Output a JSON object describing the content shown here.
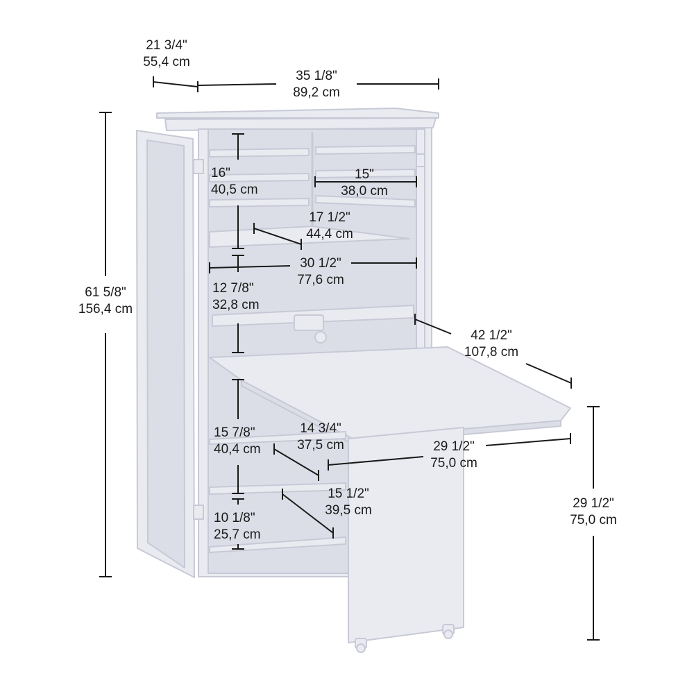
{
  "colors": {
    "outline": "#c7c9d6",
    "fill": "#eaebf1",
    "fill_dark": "#dcdee7",
    "dimension_line": "#1a1a1a",
    "text": "#1a1a1a"
  },
  "dimensions": {
    "depth": {
      "imperial": "21 3/4\"",
      "metric": "55,4 cm"
    },
    "width": {
      "imperial": "35 1/8\"",
      "metric": "89,2 cm"
    },
    "height": {
      "imperial": "61 5/8\"",
      "metric": "156,4 cm"
    },
    "upper_cubby_height": {
      "imperial": "16\"",
      "metric": "40,5 cm"
    },
    "upper_cubby_width": {
      "imperial": "15\"",
      "metric": "38,0 cm"
    },
    "upper_shelf_depth": {
      "imperial": "17 1/2\"",
      "metric": "44,4 cm"
    },
    "interior_width": {
      "imperial": "30 1/2\"",
      "metric": "77,6 cm"
    },
    "hutch_opening_height": {
      "imperial": "12 7/8\"",
      "metric": "32,8 cm"
    },
    "desk_extended_depth": {
      "imperial": "42 1/2\"",
      "metric": "107,8 cm"
    },
    "lower_opening_height": {
      "imperial": "15 7/8\"",
      "metric": "40,4 cm"
    },
    "lower_shelf_depth": {
      "imperial": "14 3/4\"",
      "metric": "37,5 cm"
    },
    "desk_width": {
      "imperial": "29 1/2\"",
      "metric": "75,0 cm"
    },
    "bottom_shelf_depth": {
      "imperial": "15 1/2\"",
      "metric": "39,5 cm"
    },
    "bottom_opening_height": {
      "imperial": "10 1/8\"",
      "metric": "25,7 cm"
    },
    "desk_height": {
      "imperial": "29 1/2\"",
      "metric": "75,0 cm"
    }
  }
}
